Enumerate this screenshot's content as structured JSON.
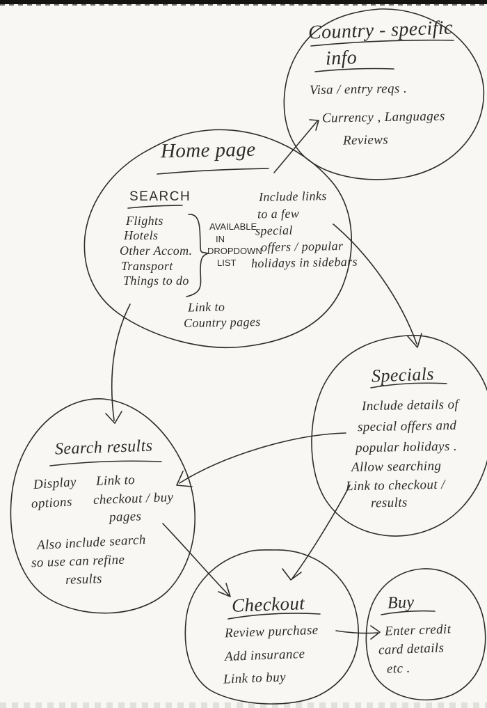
{
  "page": {
    "kind": "hand-drawn website sitemap sketch",
    "paper_color": "#f8f7f3",
    "ink_color": "#2e2c2a"
  },
  "nodes": {
    "country_info": {
      "title_line1": "Country - specific",
      "title_line2": "info",
      "line1": "Visa / entry reqs .",
      "line2": "Currency , Languages",
      "line3": "Reviews"
    },
    "home": {
      "title": "Home page",
      "search_heading": "SEARCH",
      "search_items": [
        "Flights",
        "Hotels",
        "Other Accom.",
        "Transport",
        "Things to do"
      ],
      "dropdown_note": [
        "AVAILABLE",
        "IN",
        "DROPDOWN",
        "LIST"
      ],
      "sidebar_note": [
        "Include links",
        "to a few",
        "special",
        "offers / popular",
        "holidays in sidebars"
      ],
      "country_link": [
        "Link to",
        "Country pages"
      ]
    },
    "specials": {
      "title": "Specials",
      "lines": [
        "Include details of",
        "special offers and",
        "popular holidays .",
        "Allow searching",
        "Link to checkout /",
        "results"
      ]
    },
    "search_results": {
      "title": "Search results",
      "col1": [
        "Display",
        "options"
      ],
      "col2": [
        "Link to",
        "checkout / buy",
        "pages"
      ],
      "note": [
        "Also include search",
        "so use can refine",
        "results"
      ]
    },
    "checkout": {
      "title": "Checkout",
      "lines": [
        "Review purchase",
        "Add insurance",
        "Link to buy"
      ]
    },
    "buy": {
      "title": "Buy",
      "lines": [
        "Enter credit",
        "card details",
        "etc ."
      ]
    }
  },
  "edges": [
    {
      "from": "home-page",
      "to": "country-specific-info"
    },
    {
      "from": "home-page",
      "to": "specials"
    },
    {
      "from": "home-page",
      "to": "search-results"
    },
    {
      "from": "specials",
      "to": "search-results"
    },
    {
      "from": "specials",
      "to": "checkout"
    },
    {
      "from": "search-results",
      "to": "checkout"
    },
    {
      "from": "checkout",
      "to": "buy"
    }
  ]
}
